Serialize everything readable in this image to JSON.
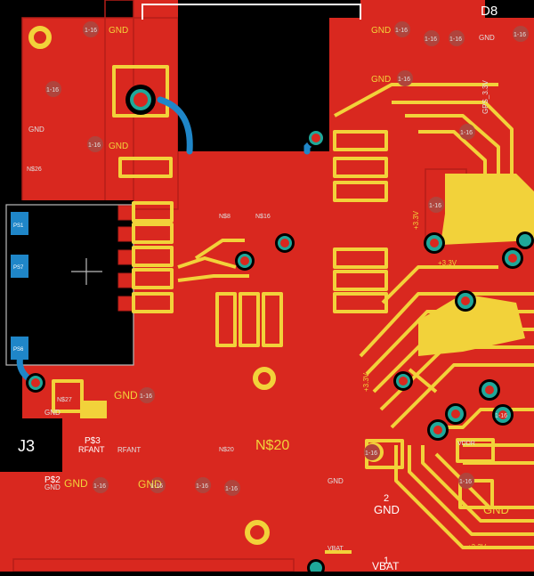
{
  "colors": {
    "background": "#000000",
    "copper_top": "#d9281f",
    "copper_dark": "#b61e18",
    "silk": "#f2d23a",
    "via_ring": "#1fa89a",
    "via_hole": "#000000",
    "pad_blue": "#1f86c8",
    "label_gray": "#c9c9c9",
    "outline_white": "#ffffff"
  },
  "labels": {
    "d8": "D8",
    "gnd": "GND",
    "gnd_small": "GND",
    "one_sixteen": "1-16",
    "ns26": "N$26",
    "ns8": "N$8",
    "ns16": "N$16",
    "ns27": "N$27",
    "ns20": "N$20",
    "ns20_large": "N$20",
    "ps1": "PS1",
    "ps7": "PS7",
    "ps6": "PS6",
    "ps3": "P$3",
    "ps2": "P$2",
    "rfant": "RFANT",
    "j3": "J3",
    "plus33": "+3.3V",
    "gps33": "GPS_3.3V",
    "vddr": "VDDR",
    "vbat": "VBAT",
    "two": "2",
    "one": "1"
  }
}
